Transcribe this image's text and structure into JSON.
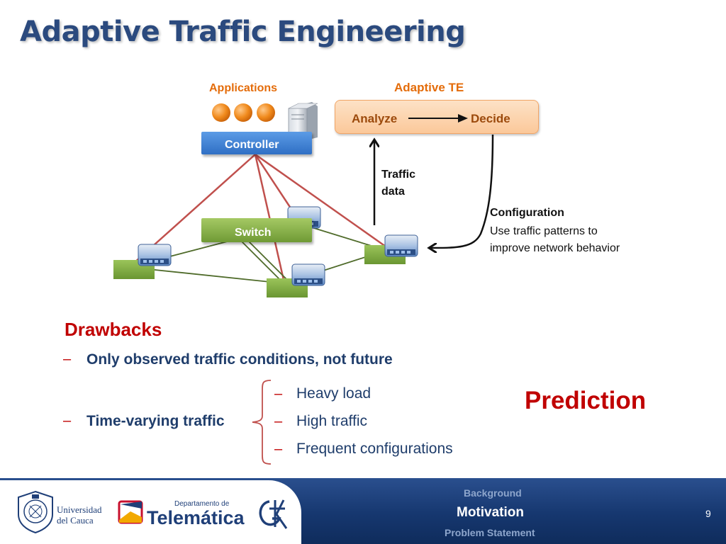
{
  "slide": {
    "title": "Adaptive Traffic Engineering",
    "page_number": "9"
  },
  "diagram": {
    "applications_label": "Applications",
    "controller_label": "Controller",
    "switch_label": "Switch",
    "adaptive_te_label": "Adaptive TE",
    "analyze_label": "Analyze",
    "decide_label": "Decide",
    "traffic_data_line1": "Traffic",
    "traffic_data_line2": "data",
    "configuration_title": "Configuration",
    "configuration_line1": "Use traffic patterns to",
    "configuration_line2": "improve network behavior"
  },
  "drawbacks": {
    "heading": "Drawbacks",
    "dash": "–",
    "item1": "Only observed traffic conditions, not future",
    "item2": "Time-varying traffic",
    "sub_items": [
      "Heavy load",
      "High traffic",
      "Frequent configurations"
    ],
    "prediction": "Prediction"
  },
  "footer": {
    "university_line1": "Universidad",
    "university_line2": "del Cauca",
    "departamento": "Departamento de",
    "telematica": "Telemática",
    "nav": [
      "Background",
      "Motivation",
      "Problem Statement"
    ],
    "active_nav": "Motivation"
  },
  "colors": {
    "title": "#2b4a7e",
    "accent_red": "#c00000",
    "accent_orange": "#e46c0a",
    "footer_blue": "#16376f"
  }
}
